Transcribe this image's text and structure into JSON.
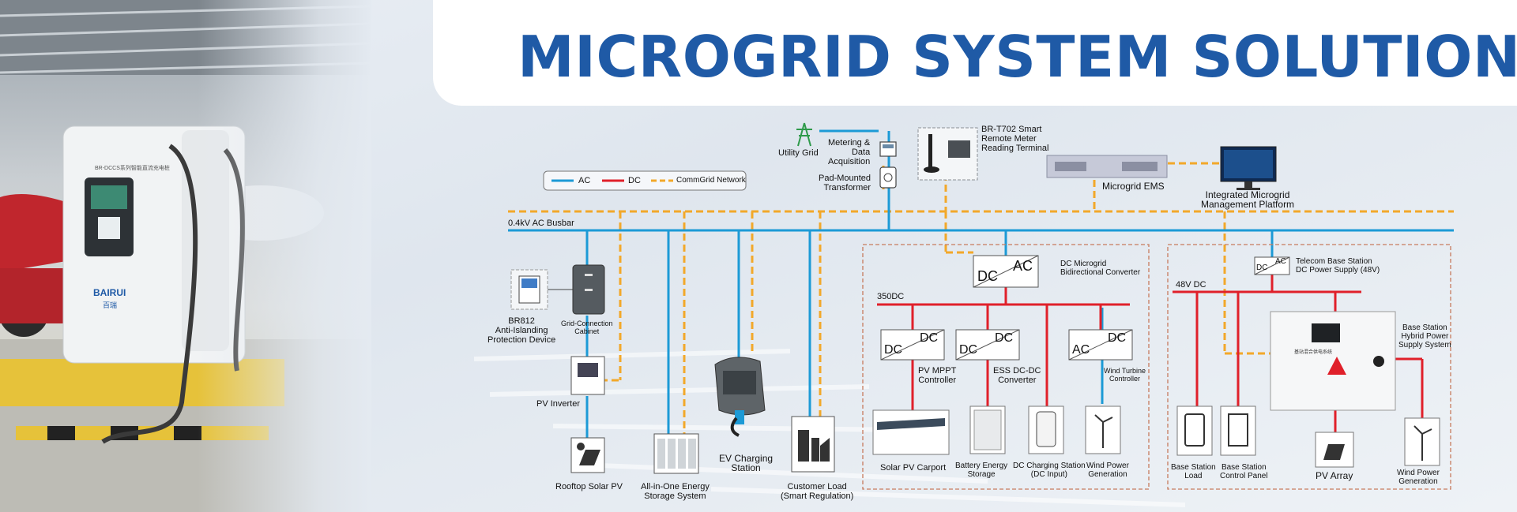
{
  "title": "MICROGRID SYSTEM SOLUTIONS",
  "photo": {
    "charger_header": "BR-DCCS系列智能直流充电桩",
    "brand": "BAIRUI",
    "brand_cn": "百瑞"
  },
  "legend": {
    "ac": "AC",
    "dc": "DC",
    "comm": "CommGrid Network"
  },
  "colors": {
    "ac": "#1c9ad6",
    "dc": "#e0202a",
    "comm": "#f2a82a",
    "title": "#1f5aa6"
  },
  "labels": {
    "utility_grid": "Utility Grid",
    "metering": [
      "Metering &",
      "Data",
      "Acquisition"
    ],
    "pad_transformer": [
      "Pad-Mounted",
      "Transformer"
    ],
    "meter_terminal": [
      "BR-T702 Smart",
      "Remote Meter",
      "Reading Terminal"
    ],
    "ems": "Microgrid EMS",
    "platform": [
      "Integrated Microgrid",
      "Management Platform"
    ],
    "busbar": "0.4kV AC Busbar",
    "br812": [
      "BR812",
      "Anti-Islanding",
      "Protection Device"
    ],
    "grid_cabinet": [
      "Grid-Connection",
      "Cabinet"
    ],
    "pv_inverter": "PV Inverter",
    "rooftop_pv": "Rooftop Solar PV",
    "storage_system": [
      "All-in-One Energy",
      "Storage System"
    ],
    "ev_station": [
      "EV Charging",
      "Station"
    ],
    "customer_load": [
      "Customer Load",
      "(Smart Regulation)"
    ],
    "dc_microgrid_conv": [
      "DC Microgrid",
      "Bidirectional Converter"
    ],
    "bus_350": "350DC",
    "pv_mppt": [
      "PV MPPT",
      "Controller"
    ],
    "ess_dcdc": [
      "ESS DC-DC",
      "Converter"
    ],
    "wind_controller": [
      "Wind Turbine",
      "Controller"
    ],
    "solar_carport": "Solar PV Carport",
    "battery_storage": [
      "Battery Energy",
      "Storage"
    ],
    "dc_charging": [
      "DC Charging Station",
      "(DC Input)"
    ],
    "wind_gen": [
      "Wind Power",
      "Generation"
    ],
    "telecom_supply": [
      "Telecom Base Station",
      "DC Power Supply (48V)"
    ],
    "bus_48": "48V DC",
    "hybrid_supply": [
      "Base Station",
      "Hybrid Power",
      "Supply System"
    ],
    "hybrid_cabinet_text": "基站混合供电系统",
    "bs_load": [
      "Base Station",
      "Load"
    ],
    "bs_panel": [
      "Base Station",
      "Control Panel"
    ],
    "pv_array": "PV Array",
    "wind_gen2": [
      "Wind Power",
      "Generation"
    ]
  },
  "converter_text": {
    "dc": "DC",
    "ac": "AC"
  }
}
